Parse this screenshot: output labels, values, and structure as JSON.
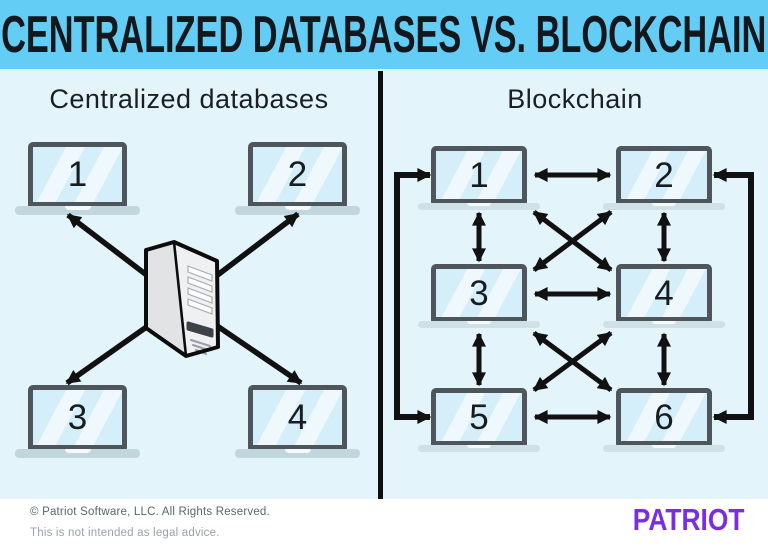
{
  "banner": {
    "title": "CENTRALIZED DATABASES VS. BLOCKCHAIN"
  },
  "left_panel": {
    "heading": "Centralized databases",
    "topology": "hub-and-spoke",
    "hub": "central-server",
    "nodes": [
      "1",
      "2",
      "3",
      "4"
    ],
    "connections": [
      {
        "from": "server",
        "to": "1"
      },
      {
        "from": "server",
        "to": "2"
      },
      {
        "from": "server",
        "to": "3"
      },
      {
        "from": "server",
        "to": "4"
      }
    ]
  },
  "right_panel": {
    "heading": "Blockchain",
    "topology": "mesh",
    "nodes": [
      "1",
      "2",
      "3",
      "4",
      "5",
      "6"
    ],
    "connections": [
      {
        "between": [
          "1",
          "2"
        ],
        "bidirectional": true
      },
      {
        "between": [
          "3",
          "4"
        ],
        "bidirectional": true
      },
      {
        "between": [
          "5",
          "6"
        ],
        "bidirectional": true
      },
      {
        "between": [
          "1",
          "3"
        ],
        "bidirectional": true
      },
      {
        "between": [
          "2",
          "4"
        ],
        "bidirectional": true
      },
      {
        "between": [
          "3",
          "5"
        ],
        "bidirectional": true
      },
      {
        "between": [
          "4",
          "6"
        ],
        "bidirectional": true
      },
      {
        "between": [
          "1",
          "4"
        ],
        "bidirectional": true
      },
      {
        "between": [
          "2",
          "3"
        ],
        "bidirectional": true
      },
      {
        "between": [
          "3",
          "6"
        ],
        "bidirectional": true
      },
      {
        "between": [
          "4",
          "5"
        ],
        "bidirectional": true
      },
      {
        "between": [
          "1",
          "5"
        ],
        "bidirectional": true
      },
      {
        "between": [
          "2",
          "6"
        ],
        "bidirectional": true
      }
    ]
  },
  "footer": {
    "copyright": "© Patriot Software, LLC. All Rights Reserved.",
    "disclaimer": "This is not intended as legal advice.",
    "brand": "PATRIOT"
  },
  "colors": {
    "banner_bg": "#63cdf6",
    "page_bg": "#e3f4fb",
    "laptop_frame": "#4e565c",
    "laptop_screen": "#d4eefa",
    "laptop_base": "#c2d7dd",
    "arrow": "#111111",
    "brand_purple": "#7c2de2",
    "footer_bg": "#ffffff"
  }
}
